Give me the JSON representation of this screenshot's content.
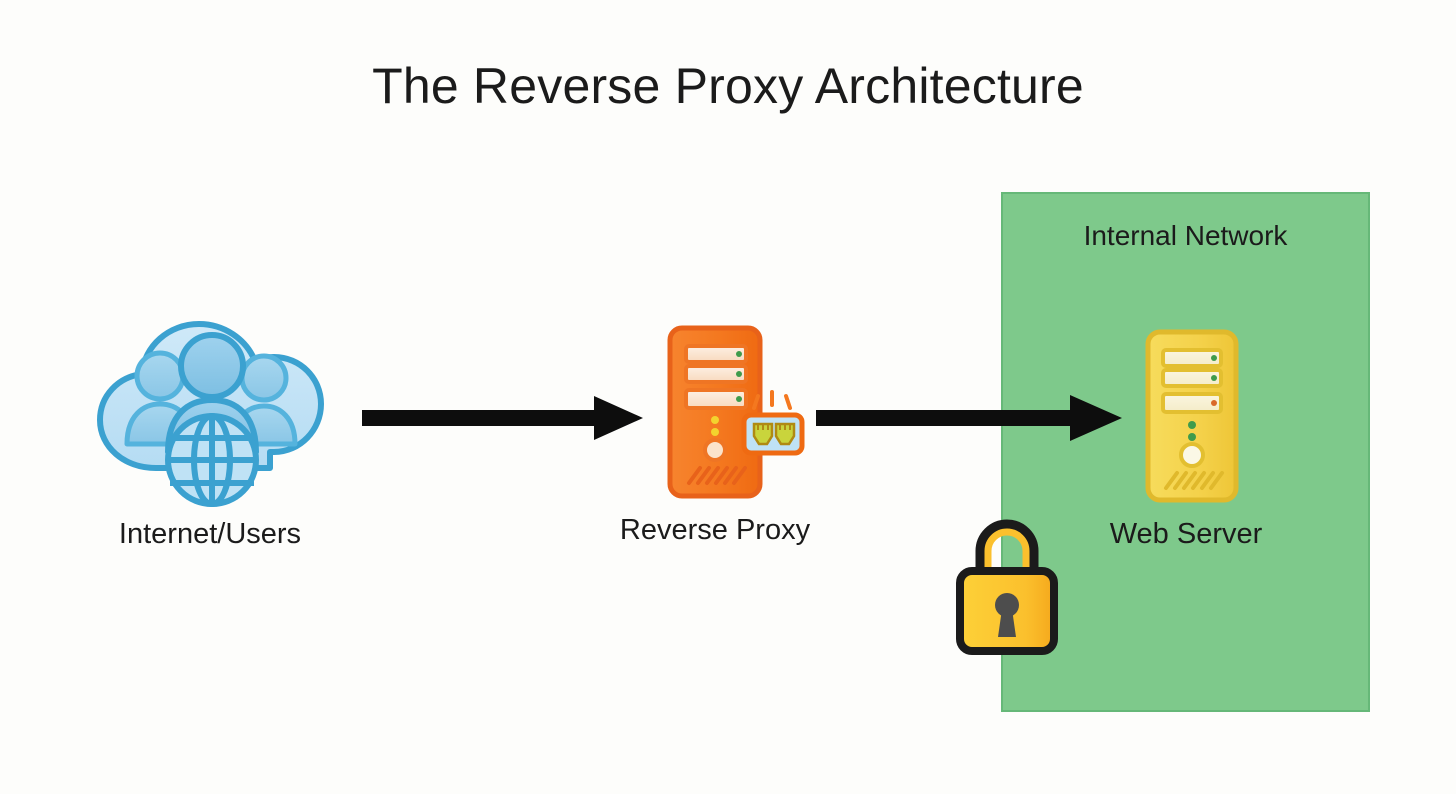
{
  "title": "The Reverse Proxy Architecture",
  "background_color": "#fdfdfb",
  "zones": {
    "internal_network": {
      "label": "Internal Network",
      "fill_color": "#7ec98b",
      "border_color": "#66b878"
    }
  },
  "nodes": [
    {
      "id": "internet-users",
      "label": "Internet/Users",
      "icon": "cloud-users-globe-icon",
      "color": "#3ba1d0"
    },
    {
      "id": "reverse-proxy",
      "label": "Reverse Proxy",
      "icon": "server-tower-ethernet-icon",
      "color": "#f26c21"
    },
    {
      "id": "web-server",
      "label": "Web Server",
      "icon": "server-tower-icon",
      "color": "#f5cf3f"
    }
  ],
  "decorations": [
    {
      "id": "firewall-lock",
      "icon": "padlock-icon",
      "body_color": "#fbc02d",
      "outline_color": "#1b1b1b",
      "keyhole_color": "#4d4d4d"
    }
  ],
  "arrows": [
    {
      "id": "arrow-users-to-proxy",
      "from": "internet-users",
      "to": "reverse-proxy",
      "color": "#0d0d0d",
      "direction": "right"
    },
    {
      "id": "arrow-proxy-to-server",
      "from": "reverse-proxy",
      "to": "web-server",
      "color": "#0d0d0d",
      "direction": "right"
    }
  ]
}
